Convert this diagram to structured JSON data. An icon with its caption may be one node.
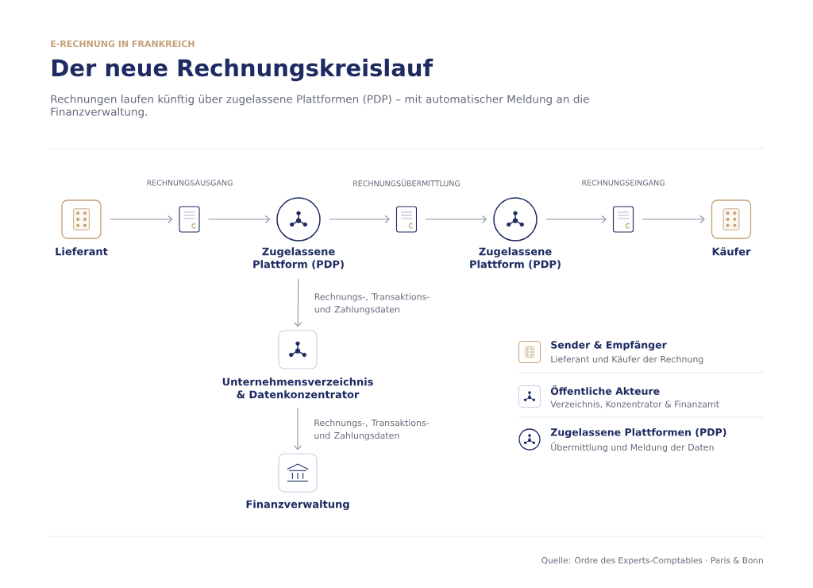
{
  "diagram": {
    "title": "Der neue Rechnungskreislauf",
    "nodes": [
      {
        "text": [
          "Lieferant"
        ]
      },
      {
        "text": [],
        "shape": "document"
      },
      {
        "text": [
          "Zugelassene Plattform (PDP)"
        ]
      },
      {
        "text": [],
        "shape": "document"
      },
      {
        "text": [
          "Zugelassene Plattform (PDP)"
        ]
      },
      {
        "text": [],
        "shape": "document"
      },
      {
        "text": [
          "Käufer"
        ]
      },
      {
        "text": [
          "Unternehmensverzeichnis & Datenkonzentrator"
        ]
      },
      {
        "text": [
          "Finanzverwaltung"
        ]
      }
    ],
    "edges": [
      {
        "from": 0,
        "to": 1,
        "arrow": "to"
      },
      {
        "from": 1,
        "to": 2,
        "arrow": "to"
      },
      {
        "from": 2,
        "to": 3,
        "arrow": "to"
      },
      {
        "from": 3,
        "to": 4,
        "arrow": "to"
      },
      {
        "from": 4,
        "to": 5,
        "arrow": "to"
      },
      {
        "from": 5,
        "to": 6,
        "arrow": "to"
      },
      {
        "from": 2,
        "to": 7,
        "arrow": "to",
        "label": "Rechnungs-, Transaktions- und Zahlungsdaten"
      },
      {
        "from": 7,
        "to": 8,
        "arrow": "to",
        "label": "Rechnungs-, Transaktions- und Zahlungsdaten"
      }
    ],
    "labels": [
      "E-RECHNUNG IN FRANKREICH",
      "Rechnungen laufen künftig über zugelassene Plattformen (PDP) – mit automatischer Meldung an die Finanzverwaltung.",
      "RECHNUNGSAUSGANG",
      "RECHNUNGSÜBERMITTLUNG",
      "RECHNUNGSEINGANG",
      "Lieferant und Käufer der Rechnung",
      "Verzeichnis, Konzentrator & Finanzamt",
      "Übermittlung und Meldung der Daten",
      "Quelle: Ordre des Experts-Comptables · Paris & Bonn"
    ],
    "legend": [
      {
        "text": "Sender & Empfänger"
      },
      {
        "text": "Öffentliche Akteure"
      },
      {
        "text": "Zugelassene Plattformen (PDP)"
      }
    ]
  }
}
